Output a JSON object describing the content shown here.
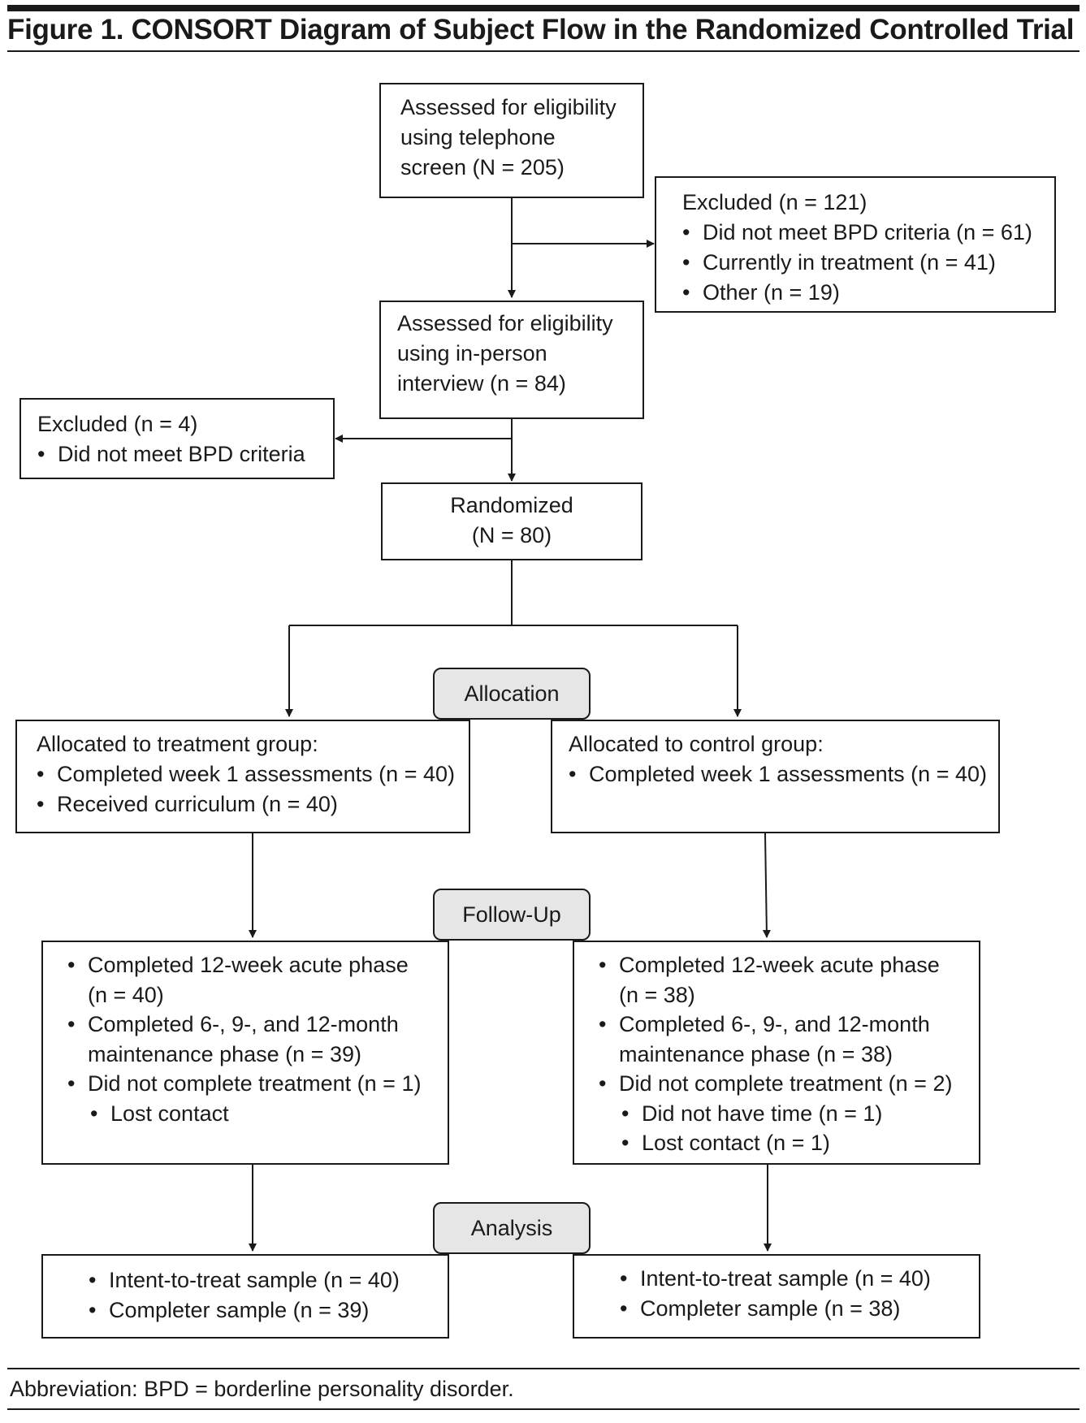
{
  "title": "Figure 1. CONSORT Diagram of Subject Flow in the Randomized Controlled Trial",
  "screening": {
    "phone_lines": [
      "Assessed for eligibility",
      "using telephone",
      "screen (N = 205)"
    ],
    "excluded1": {
      "header": "Excluded (n = 121)",
      "items": [
        "Did not meet BPD criteria (n = 61)",
        "Currently in treatment (n = 41)",
        "Other  (n = 19)"
      ]
    },
    "inperson_lines": [
      "Assessed for eligibility",
      "using in-person",
      "interview (n = 84)"
    ],
    "excluded2": {
      "header": "Excluded (n = 4)",
      "items": [
        "Did not meet BPD criteria"
      ]
    },
    "randomized_lines": [
      "Randomized",
      "(N = 80)"
    ]
  },
  "stages": {
    "allocation": "Allocation",
    "followup": "Follow-Up",
    "analysis": "Analysis"
  },
  "allocation": {
    "treatment": {
      "header": "Allocated to treatment group:",
      "items": [
        "Completed week 1 assessments (n = 40)",
        "Received curriculum (n = 40)"
      ]
    },
    "control": {
      "header": "Allocated to control group:",
      "items": [
        "Completed week 1 assessments (n = 40)"
      ]
    }
  },
  "followup": {
    "treatment": {
      "acute": "Completed 12-week acute phase",
      "acute_n": "(n = 40)",
      "maint": "Completed 6-, 9-, and 12-month",
      "maint_n": "maintenance phase (n = 39)",
      "notcomplete": "Did not complete treatment (n = 1)",
      "reasons": [
        "Lost contact"
      ]
    },
    "control": {
      "acute": "Completed 12-week acute phase",
      "acute_n": "(n = 38)",
      "maint": "Completed 6-, 9-, and 12-month",
      "maint_n": "maintenance phase (n = 38)",
      "notcomplete": "Did not complete treatment (n = 2)",
      "reasons": [
        "Did not have time (n = 1)",
        "Lost contact (n = 1)"
      ]
    }
  },
  "analysis": {
    "treatment": [
      "Intent-to-treat sample (n = 40)",
      "Completer sample (n = 39)"
    ],
    "control": [
      "Intent-to-treat sample (n = 40)",
      "Completer sample (n = 38)"
    ]
  },
  "footnote": "Abbreviation: BPD = borderline personality disorder."
}
